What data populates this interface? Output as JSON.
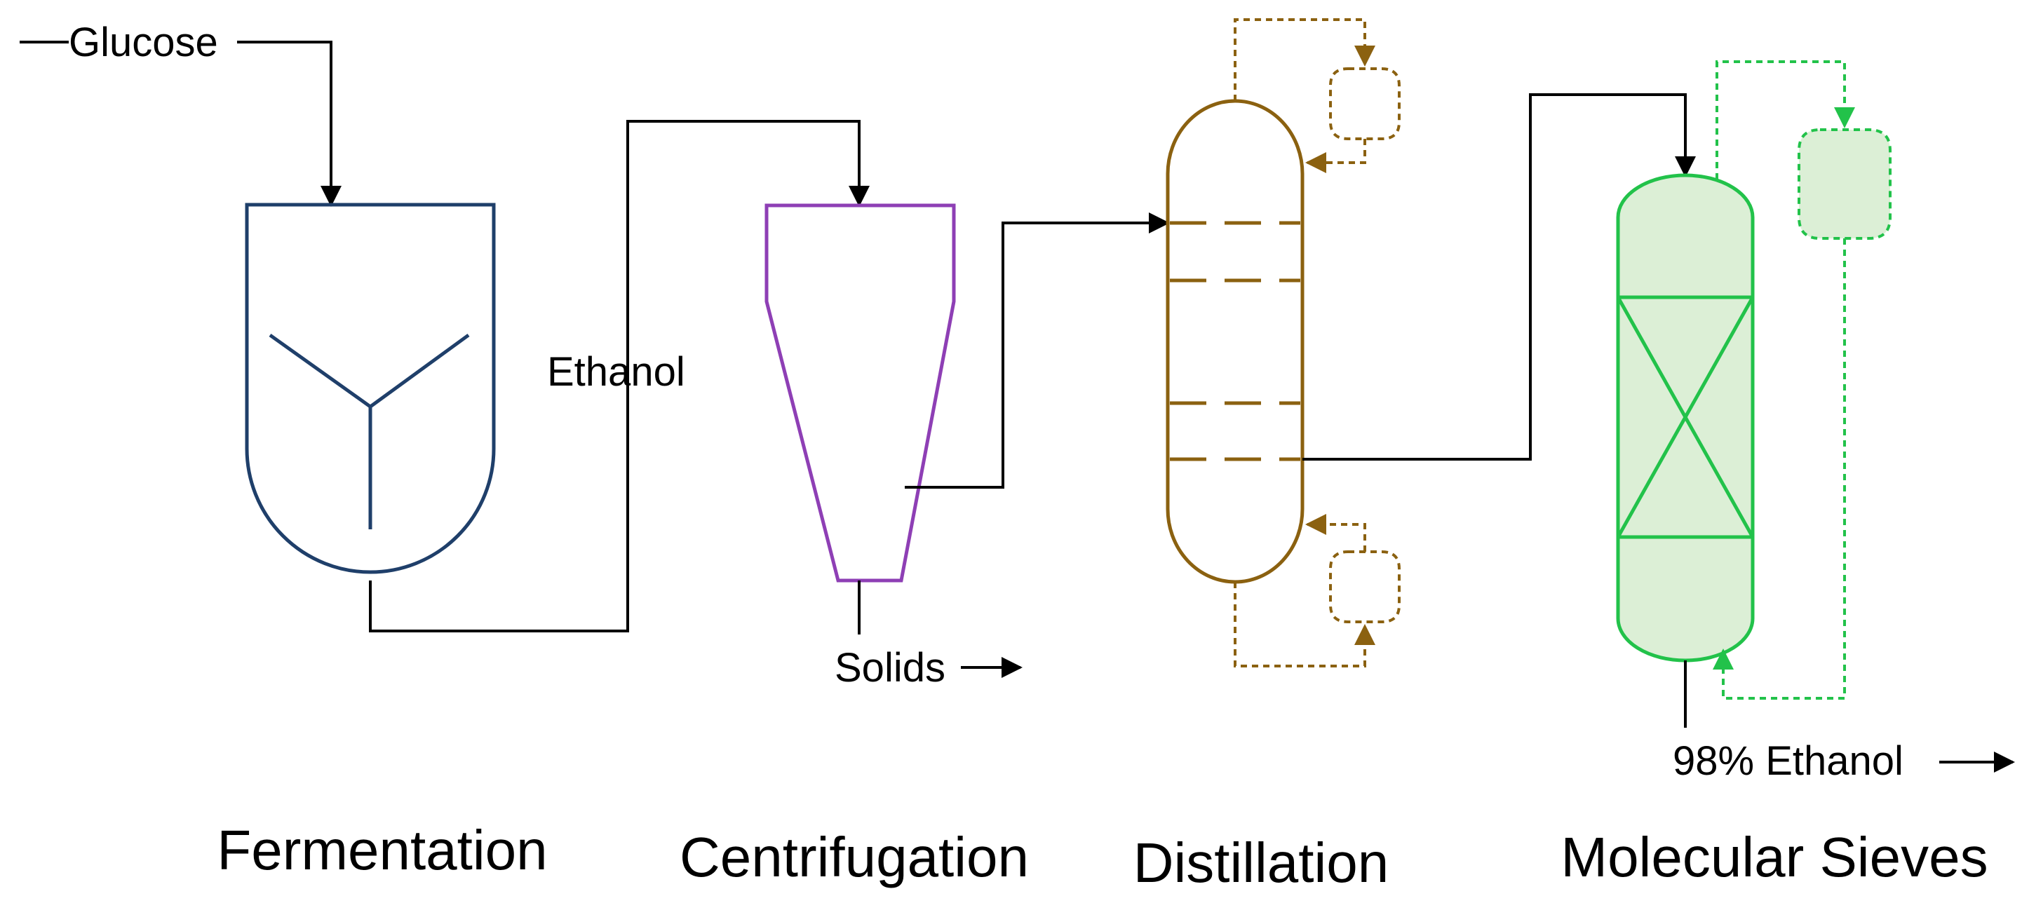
{
  "colors": {
    "fermenter": "#1f3f6a",
    "centrifuge": "#8e3fb5",
    "distillation": "#8b6110",
    "sieve": "#22c24a",
    "sieve_fill": "#dcefd6",
    "line": "#000000"
  },
  "streams": {
    "glucose": "Glucose",
    "ethanol": "Ethanol",
    "solids": "Solids",
    "product": "98% Ethanol"
  },
  "stages": [
    {
      "label": "Fermentation"
    },
    {
      "label": "Centrifugation"
    },
    {
      "label": "Distillation"
    },
    {
      "label": "Molecular Sieves"
    }
  ]
}
